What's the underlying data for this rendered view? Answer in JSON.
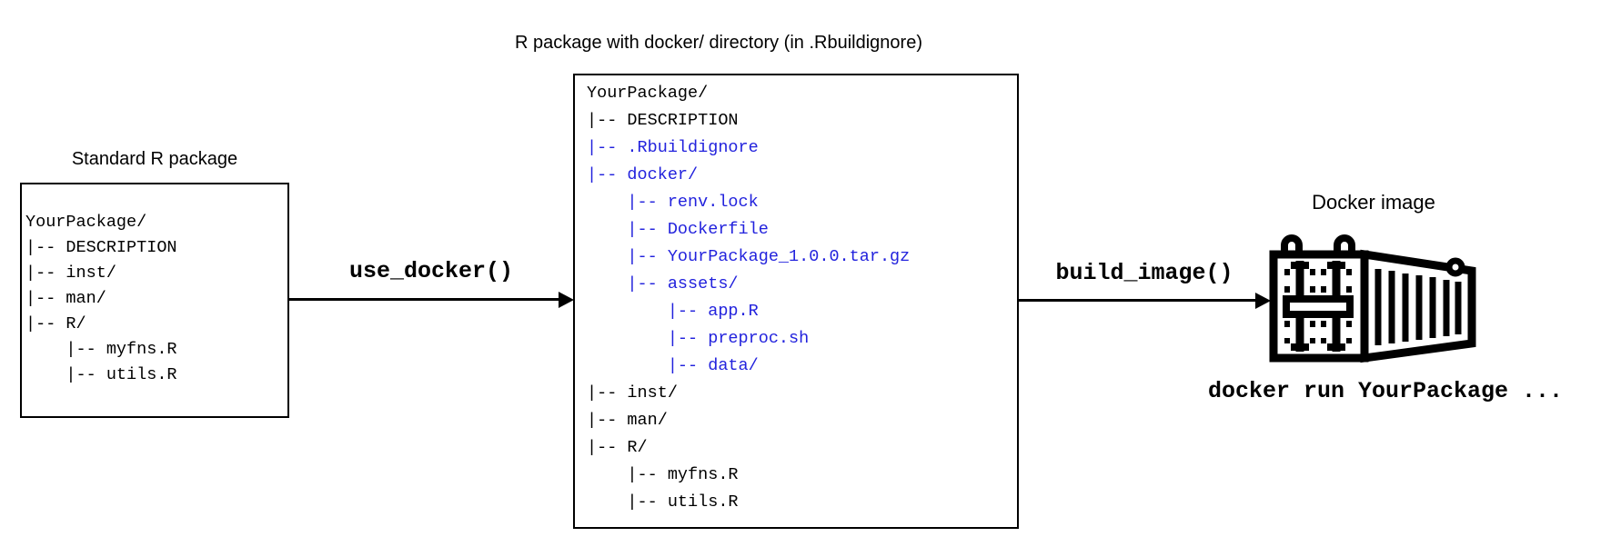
{
  "colors": {
    "highlight_blue": "#2222DD",
    "line_black": "#000000",
    "background": "#FFFFFF"
  },
  "left_panel": {
    "title": "Standard R package",
    "tree": [
      {
        "t": "YourPackage/",
        "blue": false
      },
      {
        "t": "|-- DESCRIPTION",
        "blue": false
      },
      {
        "t": "|-- inst/",
        "blue": false
      },
      {
        "t": "|-- man/",
        "blue": false
      },
      {
        "t": "|-- R/",
        "blue": false
      },
      {
        "t": "    |-- myfns.R",
        "blue": false
      },
      {
        "t": "    |-- utils.R",
        "blue": false
      }
    ]
  },
  "middle_panel": {
    "title": "R package with docker/ directory (in .Rbuildignore)",
    "tree": [
      {
        "t": "YourPackage/",
        "blue": false
      },
      {
        "t": "|-- DESCRIPTION",
        "blue": false
      },
      {
        "t": "|-- .Rbuildignore",
        "blue": true
      },
      {
        "t": "|-- docker/",
        "blue": true
      },
      {
        "t": "    |-- renv.lock",
        "blue": true
      },
      {
        "t": "    |-- Dockerfile",
        "blue": true
      },
      {
        "t": "    |-- YourPackage_1.0.0.tar.gz",
        "blue": true
      },
      {
        "t": "    |-- assets/",
        "blue": true
      },
      {
        "t": "        |-- app.R",
        "blue": true
      },
      {
        "t": "        |-- preproc.sh",
        "blue": true
      },
      {
        "t": "        |-- data/",
        "blue": true
      },
      {
        "t": "|-- inst/",
        "blue": false
      },
      {
        "t": "|-- man/",
        "blue": false
      },
      {
        "t": "|-- R/",
        "blue": false
      },
      {
        "t": "    |-- myfns.R",
        "blue": false
      },
      {
        "t": "    |-- utils.R",
        "blue": false
      }
    ]
  },
  "arrow1": {
    "label": "use_docker()"
  },
  "arrow2": {
    "label": "build_image()"
  },
  "docker_panel": {
    "title": "Docker image",
    "caption": "docker run YourPackage ...",
    "icon": "shipping-container-icon"
  }
}
